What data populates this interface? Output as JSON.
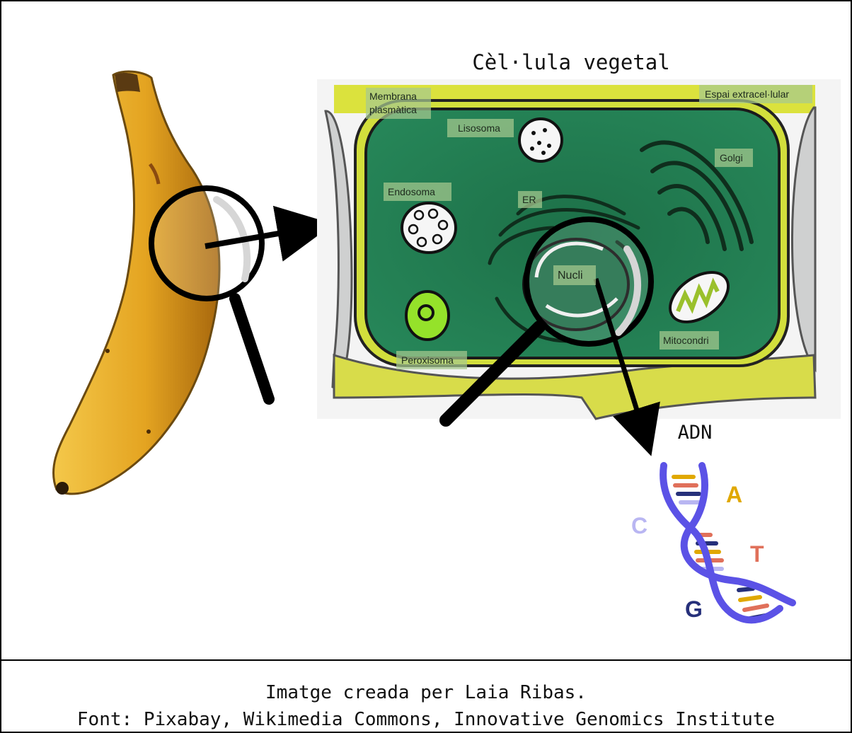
{
  "diagram": {
    "title": "Cèl·lula vegetal",
    "labels": {
      "membrane": [
        "Membrana",
        "plasmàtica"
      ],
      "extracellular": "Espai extracel·lular",
      "lysosome": "Lisosoma",
      "golgi": "Golgi",
      "endosome": "Endosoma",
      "er": "ER",
      "nucleus": "Nucli",
      "peroxisome": "Peroxisoma",
      "mitochondrion": "Mitocondri"
    },
    "dna_label": "ADN",
    "bases": [
      "A",
      "C",
      "T",
      "G"
    ],
    "colors": {
      "cytoplasm": "#1f7a4c",
      "cell_wall": "#d2de3c",
      "banana": "#e3a520",
      "dna_backbone": "#5b52e6",
      "base_A": "#e0a800",
      "base_C": "#b9b6f2",
      "base_T": "#e0705a",
      "base_G": "#26307a"
    }
  },
  "caption": {
    "line1": "Imatge creada per Laia Ribas.",
    "line2": "Font: Pixabay, Wikimedia Commons, Innovative Genomics Institute"
  }
}
